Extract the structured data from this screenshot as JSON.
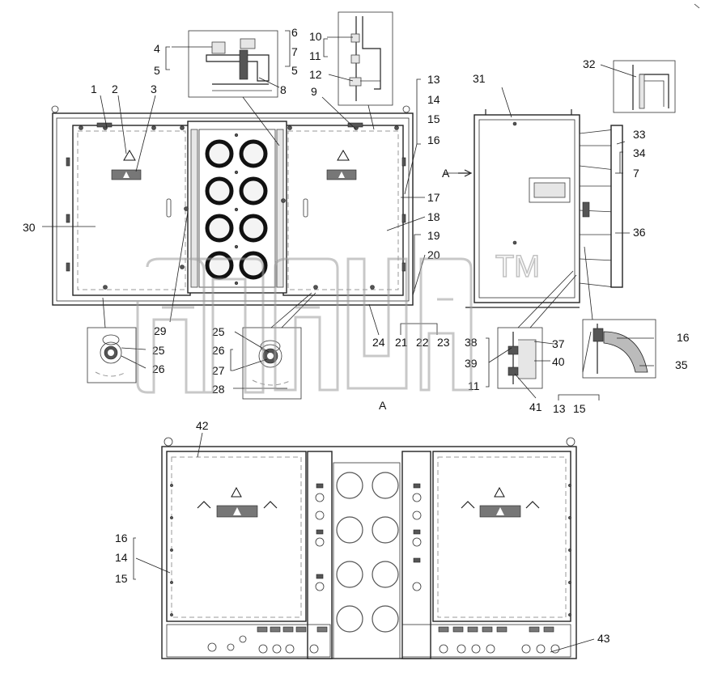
{
  "watermark": {
    "text": "TM"
  },
  "section_label": "A",
  "arrow_label": "A",
  "callouts": [
    {
      "id": "c1",
      "text": "1"
    },
    {
      "id": "c2",
      "text": "2"
    },
    {
      "id": "c3",
      "text": "3"
    },
    {
      "id": "c4",
      "text": "4"
    },
    {
      "id": "c5a",
      "text": "5"
    },
    {
      "id": "c6",
      "text": "6"
    },
    {
      "id": "c7a",
      "text": "7"
    },
    {
      "id": "c5b",
      "text": "5"
    },
    {
      "id": "c8",
      "text": "8"
    },
    {
      "id": "c9",
      "text": "9"
    },
    {
      "id": "c10",
      "text": "10"
    },
    {
      "id": "c11a",
      "text": "11"
    },
    {
      "id": "c12",
      "text": "12"
    },
    {
      "id": "c13a",
      "text": "13"
    },
    {
      "id": "c14a",
      "text": "14"
    },
    {
      "id": "c15a",
      "text": "15"
    },
    {
      "id": "c16a",
      "text": "16"
    },
    {
      "id": "c17",
      "text": "17"
    },
    {
      "id": "c18",
      "text": "18"
    },
    {
      "id": "c19",
      "text": "19"
    },
    {
      "id": "c20",
      "text": "20"
    },
    {
      "id": "c21",
      "text": "21"
    },
    {
      "id": "c22",
      "text": "22"
    },
    {
      "id": "c23",
      "text": "23"
    },
    {
      "id": "c24",
      "text": "24"
    },
    {
      "id": "c25a",
      "text": "25"
    },
    {
      "id": "c26a",
      "text": "26"
    },
    {
      "id": "c25b",
      "text": "25"
    },
    {
      "id": "c26b",
      "text": "26"
    },
    {
      "id": "c27",
      "text": "27"
    },
    {
      "id": "c28",
      "text": "28"
    },
    {
      "id": "c29",
      "text": "29"
    },
    {
      "id": "c30",
      "text": "30"
    },
    {
      "id": "c31",
      "text": "31"
    },
    {
      "id": "c32",
      "text": "32"
    },
    {
      "id": "c33",
      "text": "33"
    },
    {
      "id": "c34",
      "text": "34"
    },
    {
      "id": "c7b",
      "text": "7"
    },
    {
      "id": "c36",
      "text": "36"
    },
    {
      "id": "c16b",
      "text": "16"
    },
    {
      "id": "c35",
      "text": "35"
    },
    {
      "id": "c13b",
      "text": "13"
    },
    {
      "id": "c15b",
      "text": "15"
    },
    {
      "id": "c38",
      "text": "38"
    },
    {
      "id": "c39",
      "text": "39"
    },
    {
      "id": "c11b",
      "text": "11"
    },
    {
      "id": "c37",
      "text": "37"
    },
    {
      "id": "c40",
      "text": "40"
    },
    {
      "id": "c41",
      "text": "41"
    },
    {
      "id": "c42",
      "text": "42"
    },
    {
      "id": "c16c",
      "text": "16"
    },
    {
      "id": "c14b",
      "text": "14"
    },
    {
      "id": "c15c",
      "text": "15"
    },
    {
      "id": "c43",
      "text": "43"
    }
  ]
}
